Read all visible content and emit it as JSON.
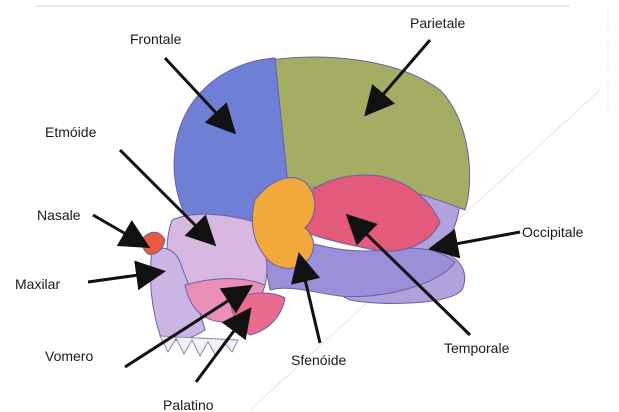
{
  "labels": {
    "frontale": "Frontale",
    "parietale": "Parietale",
    "etmoide": "Etmóide",
    "nasale": "Nasale",
    "maxilar": "Maxilar",
    "occipitale": "Occipitale",
    "vomero": "Vomero",
    "palatino": "Palatino",
    "sfenoide": "Sfenóide",
    "temporale": "Temporale"
  },
  "colors": {
    "frontal": "#6f7fd6",
    "parietal": "#a4ad63",
    "occipital": "#b1a1dc",
    "temporal": "#e35a7a",
    "sphenoid": "#f2a93b",
    "ethmoid": "#d8b7e0",
    "nasal": "#e85b40",
    "maxilla": "#cbb6e6",
    "vomer": "#e98fb8",
    "palatine": "#e96b8d",
    "jaw_base": "#9c8fd9"
  }
}
